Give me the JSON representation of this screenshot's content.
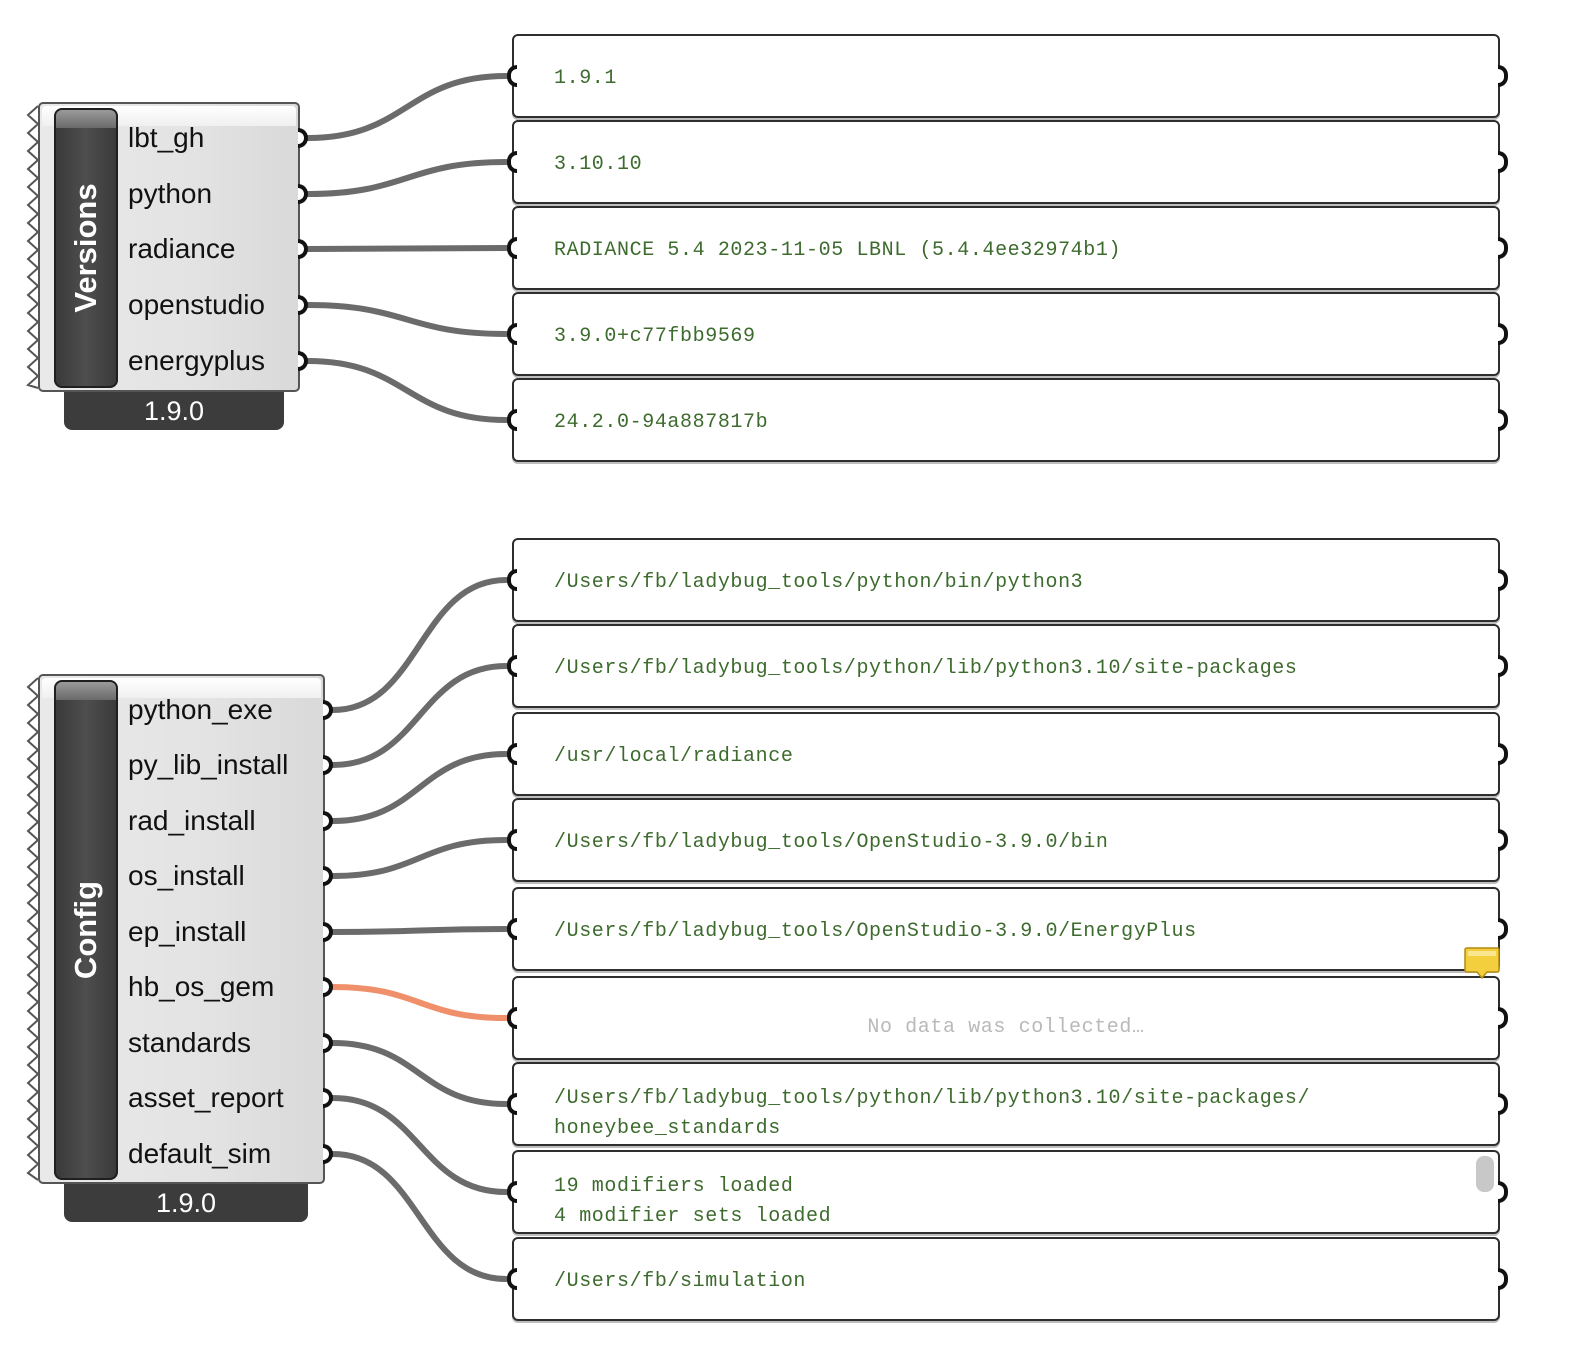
{
  "versions_component": {
    "title": "Versions",
    "version": "1.9.0",
    "outputs": [
      "lbt_gh",
      "python",
      "radiance",
      "openstudio",
      "energyplus"
    ]
  },
  "config_component": {
    "title": "Config",
    "version": "1.9.0",
    "outputs": [
      "python_exe",
      "py_lib_install",
      "rad_install",
      "os_install",
      "ep_install",
      "hb_os_gem",
      "standards",
      "asset_report",
      "default_sim"
    ]
  },
  "version_panels": [
    "1.9.1",
    "3.10.10",
    "RADIANCE 5.4 2023-11-05 LBNL (5.4.4ee32974b1)",
    "3.9.0+c77fbb9569",
    "24.2.0-94a887817b"
  ],
  "config_panels": [
    {
      "lines": [
        "/Users/fb/ladybug_tools/python/bin/python3"
      ]
    },
    {
      "lines": [
        "/Users/fb/ladybug_tools/python/lib/python3.10/site-packages"
      ]
    },
    {
      "lines": [
        "/usr/local/radiance"
      ]
    },
    {
      "lines": [
        "/Users/fb/ladybug_tools/OpenStudio-3.9.0/bin"
      ]
    },
    {
      "lines": [
        "/Users/fb/ladybug_tools/OpenStudio-3.9.0/EnergyPlus"
      ]
    },
    {
      "empty_text": "No data was collected…",
      "warning": true
    },
    {
      "lines": [
        "/Users/fb/ladybug_tools/python/lib/python3.10/site-packages/",
        "honeybee_standards"
      ]
    },
    {
      "lines": [
        "19 modifiers loaded",
        "4 modifier sets loaded"
      ],
      "scrollbar": true
    },
    {
      "lines": [
        "/Users/fb/simulation"
      ]
    }
  ],
  "colors": {
    "wire": "#6b6b6b",
    "wire_empty": "#f0906a",
    "panel_text": "#3d6b2e",
    "empty_text": "#b9b9b9",
    "note": "#f3cf3e"
  }
}
